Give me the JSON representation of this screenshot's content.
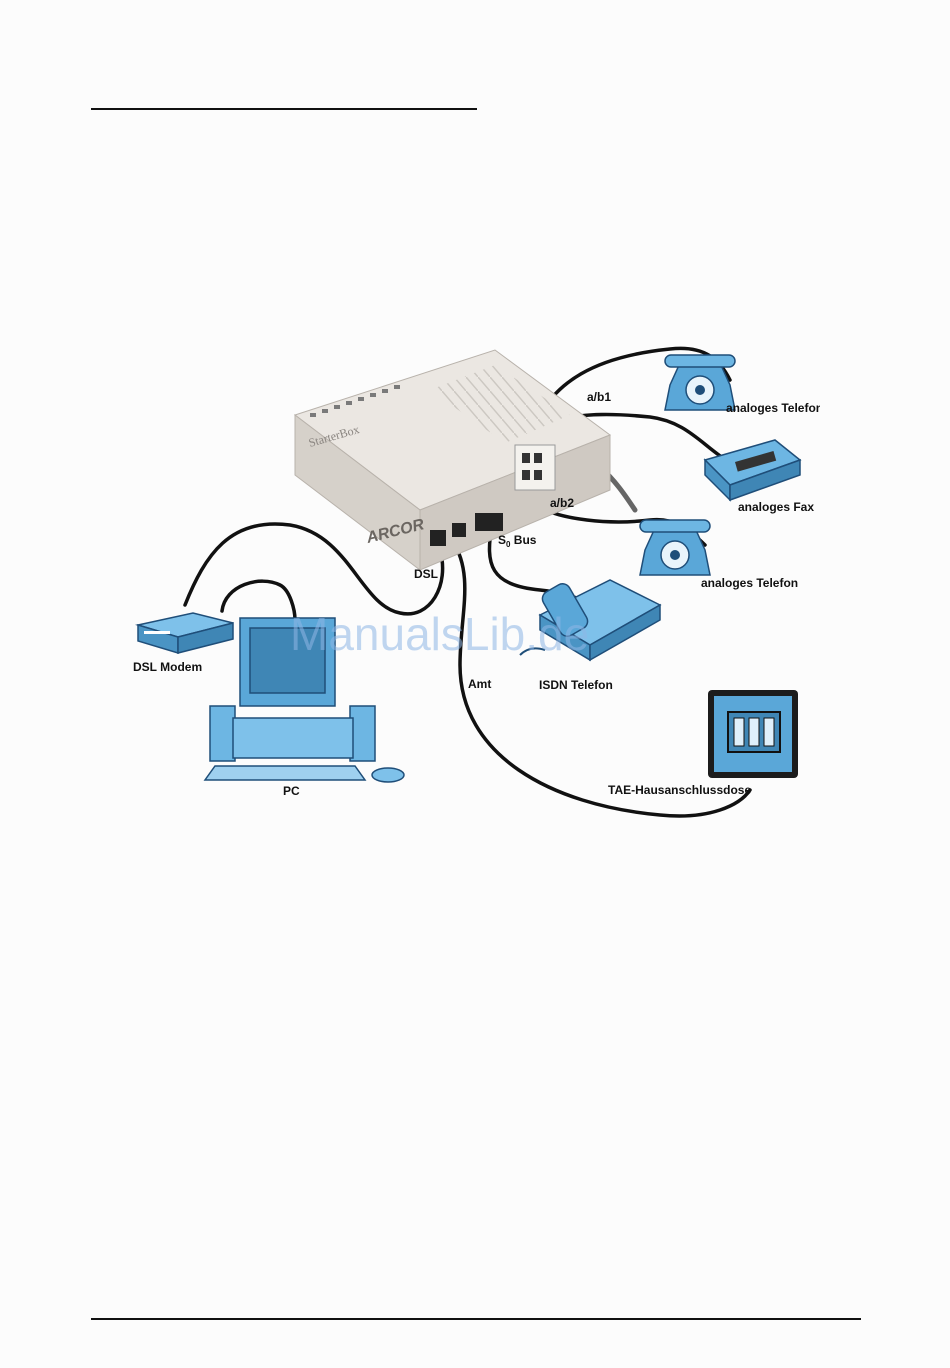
{
  "labels": {
    "ab1": "a/b1",
    "ab2": "a/b2",
    "analog_phone_1": "analoges Telefon",
    "analog_fax": "analoges Fax",
    "analog_phone_2": "analoges Telefon",
    "s0_bus_s": "S",
    "s0_bus_sub": "0",
    "s0_bus_rest": " Bus",
    "dsl": "DSL",
    "amt": "Amt",
    "dsl_modem": "DSL Modem",
    "pc": "PC",
    "isdn_phone": "ISDN Telefon",
    "tae": "TAE-Hausanschlussdose"
  },
  "device": {
    "brand": "ARCOR",
    "model": "StarterBox"
  },
  "watermark": "ManualsLib.de",
  "colors": {
    "equipment_blue": "#5aa7d8",
    "cable": "#111111",
    "device_body": "#e8e4df"
  }
}
